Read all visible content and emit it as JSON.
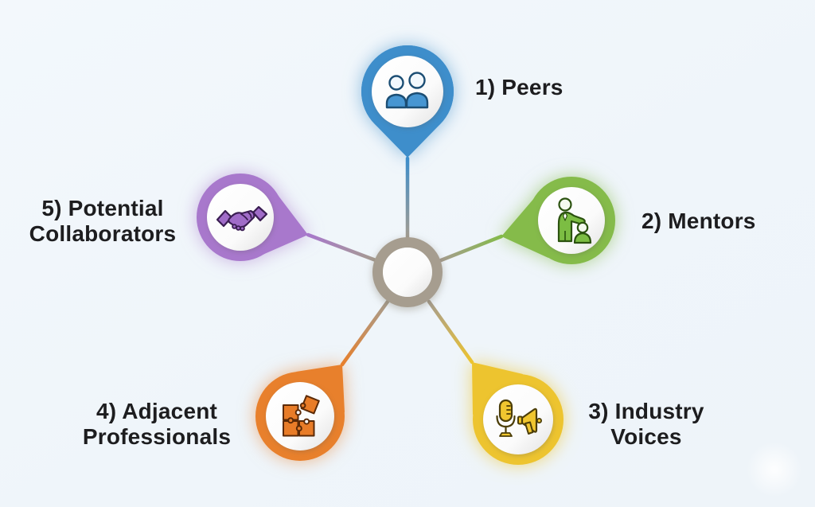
{
  "background_color": "#f1f6fb",
  "text_color": "#1d1d1f",
  "hub": {
    "ring_color": "#a69d8f",
    "inner_color": "#ffffff"
  },
  "nodes": [
    {
      "id": "peers",
      "lines": [
        "1) Peers"
      ],
      "color": "#3e8ecb",
      "icon": "two-people-icon",
      "position": "top"
    },
    {
      "id": "mentors",
      "lines": [
        "2) Mentors"
      ],
      "color": "#85bb4a",
      "icon": "mentor-icon",
      "position": "right"
    },
    {
      "id": "industry-voices",
      "lines": [
        "3) Industry",
        "Voices"
      ],
      "color": "#edc42f",
      "icon": "microphone-megaphone-icon",
      "position": "bottom-right"
    },
    {
      "id": "adjacent-professionals",
      "lines": [
        "4) Adjacent",
        "Professionals"
      ],
      "color": "#e8802c",
      "icon": "puzzle-pieces-icon",
      "position": "bottom-left"
    },
    {
      "id": "potential-collaborators",
      "lines": [
        "5) Potential",
        "Collaborators"
      ],
      "color": "#a878cc",
      "icon": "handshake-icon",
      "position": "left"
    }
  ]
}
